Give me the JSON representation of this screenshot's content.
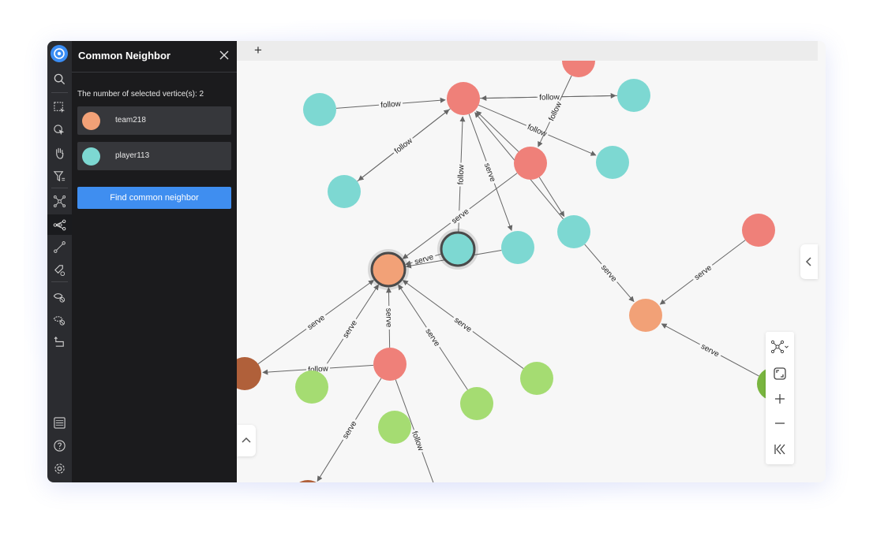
{
  "panel": {
    "title": "Common Neighbor",
    "selected_count_text": "The number of selected vertice(s): 2",
    "vertices": [
      {
        "name": "team218",
        "color": "#f2a177"
      },
      {
        "name": "player113",
        "color": "#7dd8d2"
      }
    ],
    "find_button_label": "Find common neighbor"
  },
  "tabs": {
    "add_label": "+"
  },
  "graph": {
    "colors": {
      "team": "#f2a177",
      "player": "#7dd8d2",
      "red": "#ef8079",
      "green": "#a5dc72",
      "brown": "#b0603a",
      "darkgreen": "#79b53f",
      "edge": "#666666"
    },
    "edge_labels": {
      "follow": "follow",
      "serve": "serve"
    }
  },
  "toolbar_icons": [
    "layout-icon",
    "fit-view-icon",
    "zoom-in-icon",
    "zoom-out-icon",
    "collapse-toolbar-icon"
  ]
}
